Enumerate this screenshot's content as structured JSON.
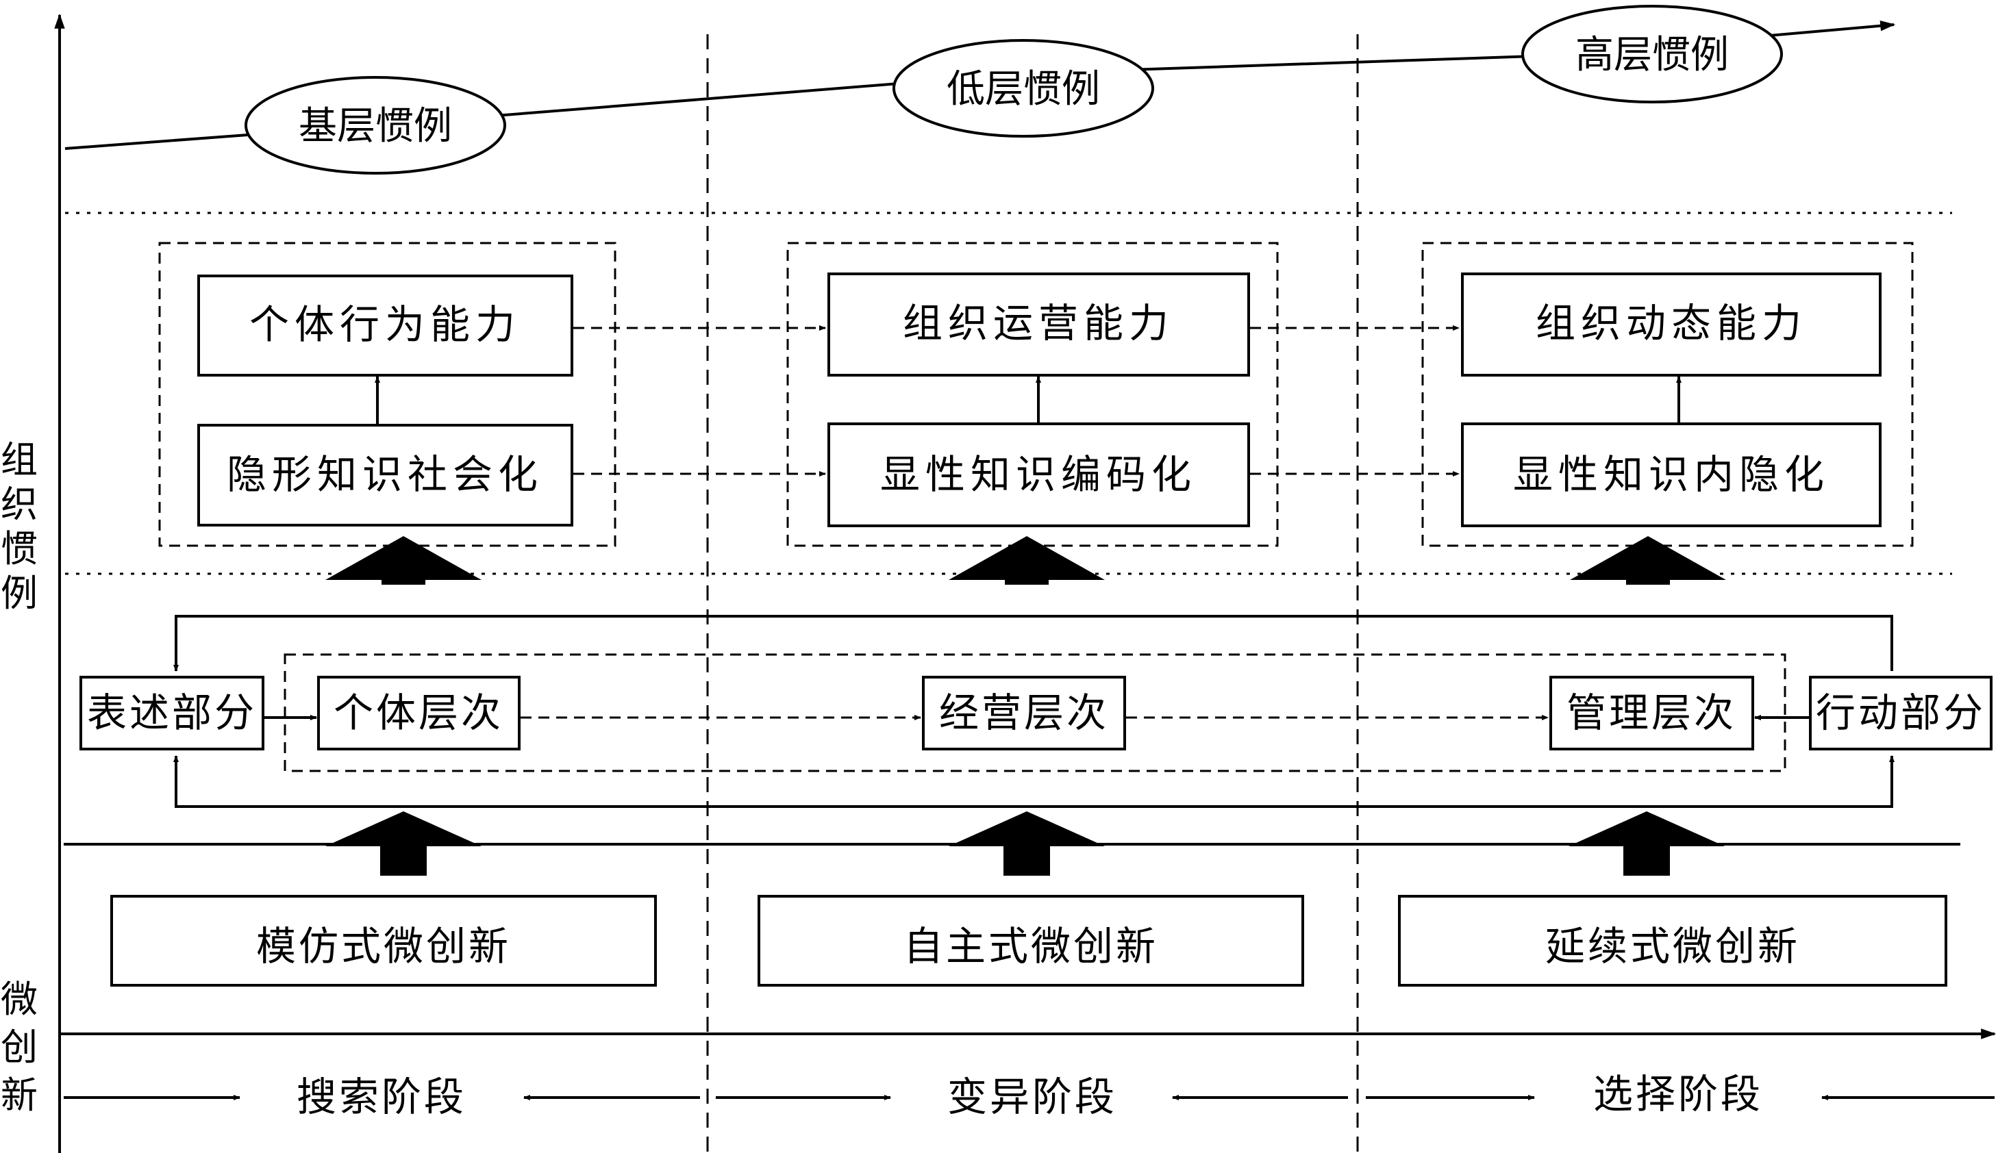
{
  "diagram": {
    "vertical_axis": {
      "upper_label": "组织惯例",
      "lower_label": "微创新"
    },
    "routines": [
      "基层惯例",
      "低层惯例",
      "高层惯例"
    ],
    "columns": [
      {
        "capability": "个体行为能力",
        "knowledge": "隐形知识社会化",
        "innovation": "模仿式微创新",
        "stage": "搜索阶段"
      },
      {
        "capability": "组织运营能力",
        "knowledge": "显性知识编码化",
        "innovation": "自主式微创新",
        "stage": "变异阶段"
      },
      {
        "capability": "组织动态能力",
        "knowledge": "显性知识内隐化",
        "innovation": "延续式微创新",
        "stage": "选择阶段"
      }
    ],
    "routine_parts": {
      "ostensive": "表述部分",
      "performative": "行动部分"
    },
    "levels": [
      "个体层次",
      "经营层次",
      "管理层次"
    ]
  }
}
